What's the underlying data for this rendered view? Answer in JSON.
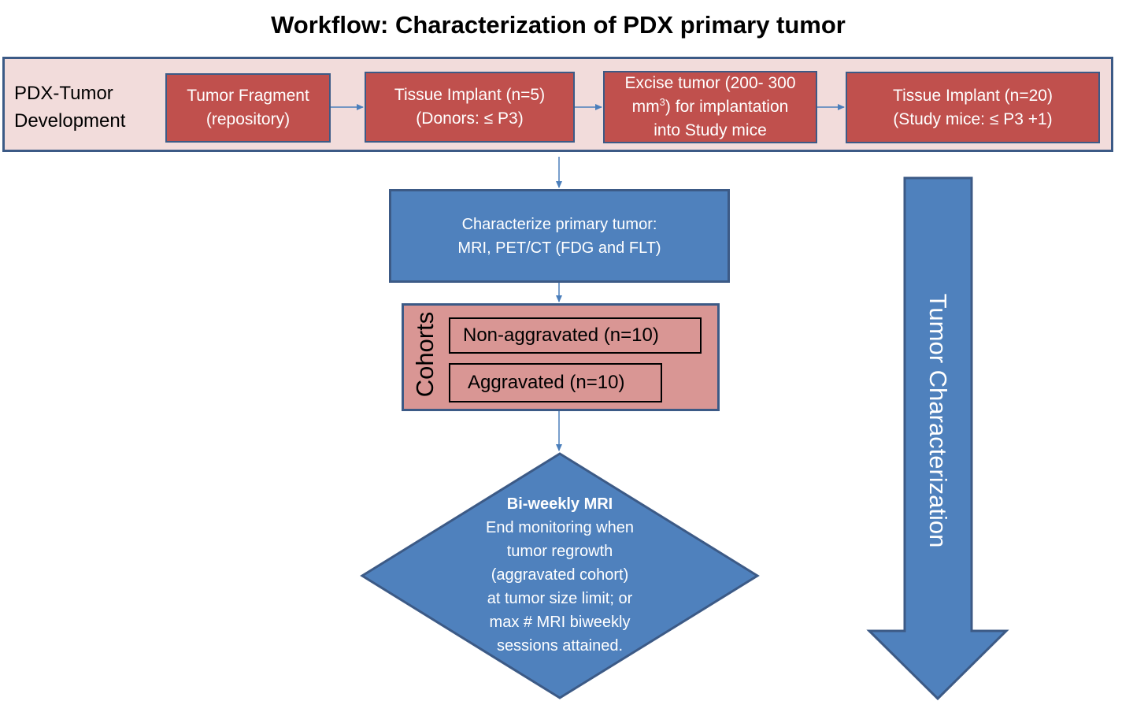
{
  "title": "Workflow: Characterization of PDX primary tumor",
  "development_panel": {
    "label_line1": "PDX-Tumor",
    "label_line2": "Development",
    "steps": [
      {
        "line1": "Tumor Fragment",
        "line2": "(repository)"
      },
      {
        "line1": "Tissue Implant (n=5)",
        "line2": "(Donors: ≤ P3)"
      },
      {
        "line1": "Excise tumor (200- 300",
        "line2_pre": "mm",
        "line2_sup": "3",
        "line2_post": ") for implantation",
        "line3": "into Study mice"
      },
      {
        "line1": "Tissue Implant (n=20)",
        "line2": "(Study mice: ≤ P3 +1)"
      }
    ]
  },
  "characterize": {
    "line1": "Characterize primary tumor:",
    "line2": "MRI, PET/CT (FDG and FLT)"
  },
  "cohorts": {
    "label": "Cohorts",
    "items": [
      "Non-aggravated (n=10)",
      "Aggravated (n=10)"
    ]
  },
  "monitoring": {
    "heading": "Bi-weekly MRI",
    "lines": [
      "End monitoring when",
      "tumor regrowth",
      "(aggravated cohort)",
      "at tumor size limit; or",
      "max # MRI biweekly",
      "sessions attained."
    ]
  },
  "side_arrow_label": "Tumor Characterization",
  "colors": {
    "panel_fill": "#f2dcdb",
    "red_fill": "#c0504d",
    "blue_fill": "#4f81bd",
    "cohort_fill": "#d99694",
    "outline": "#3c5a86"
  }
}
